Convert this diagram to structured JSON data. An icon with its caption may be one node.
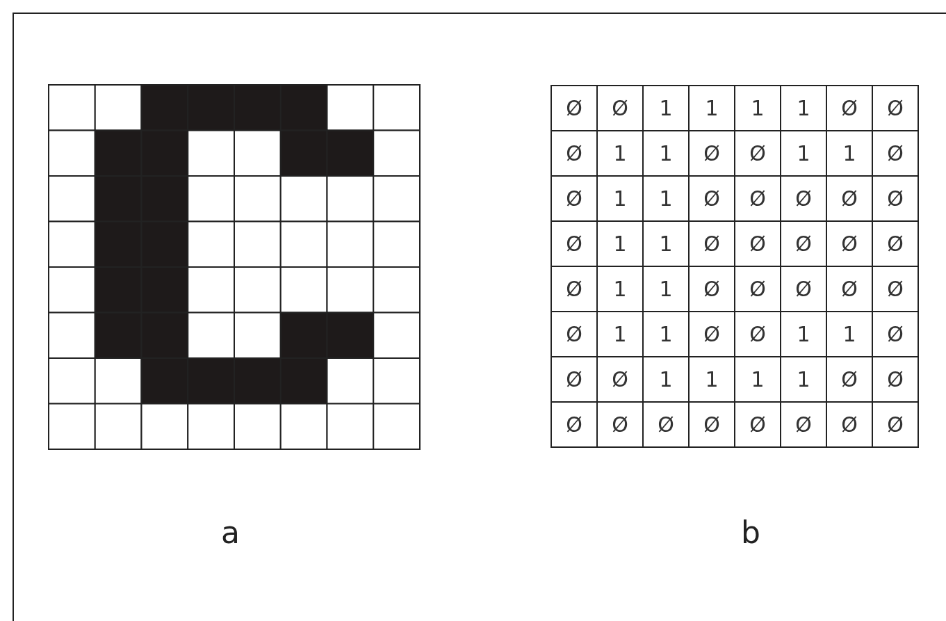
{
  "diagram": {
    "labels": [
      "Ø",
      "Ø",
      "1",
      "1",
      "1",
      "1",
      "Ø",
      "Ø",
      "Ø",
      "1",
      "1",
      "Ø",
      "Ø",
      "1",
      "1",
      "Ø",
      "Ø",
      "1",
      "1",
      "Ø",
      "Ø",
      "Ø",
      "Ø",
      "Ø",
      "Ø",
      "1",
      "1",
      "Ø",
      "Ø",
      "Ø",
      "Ø",
      "Ø",
      "Ø",
      "1",
      "1",
      "Ø",
      "Ø",
      "Ø",
      "Ø",
      "Ø",
      "Ø",
      "1",
      "1",
      "Ø",
      "Ø",
      "1",
      "1",
      "Ø",
      "Ø",
      "Ø",
      "1",
      "1",
      "1",
      "1",
      "Ø",
      "Ø",
      "Ø",
      "Ø",
      "Ø",
      "Ø",
      "Ø",
      "Ø",
      "Ø",
      "Ø",
      "a",
      "b"
    ]
  }
}
